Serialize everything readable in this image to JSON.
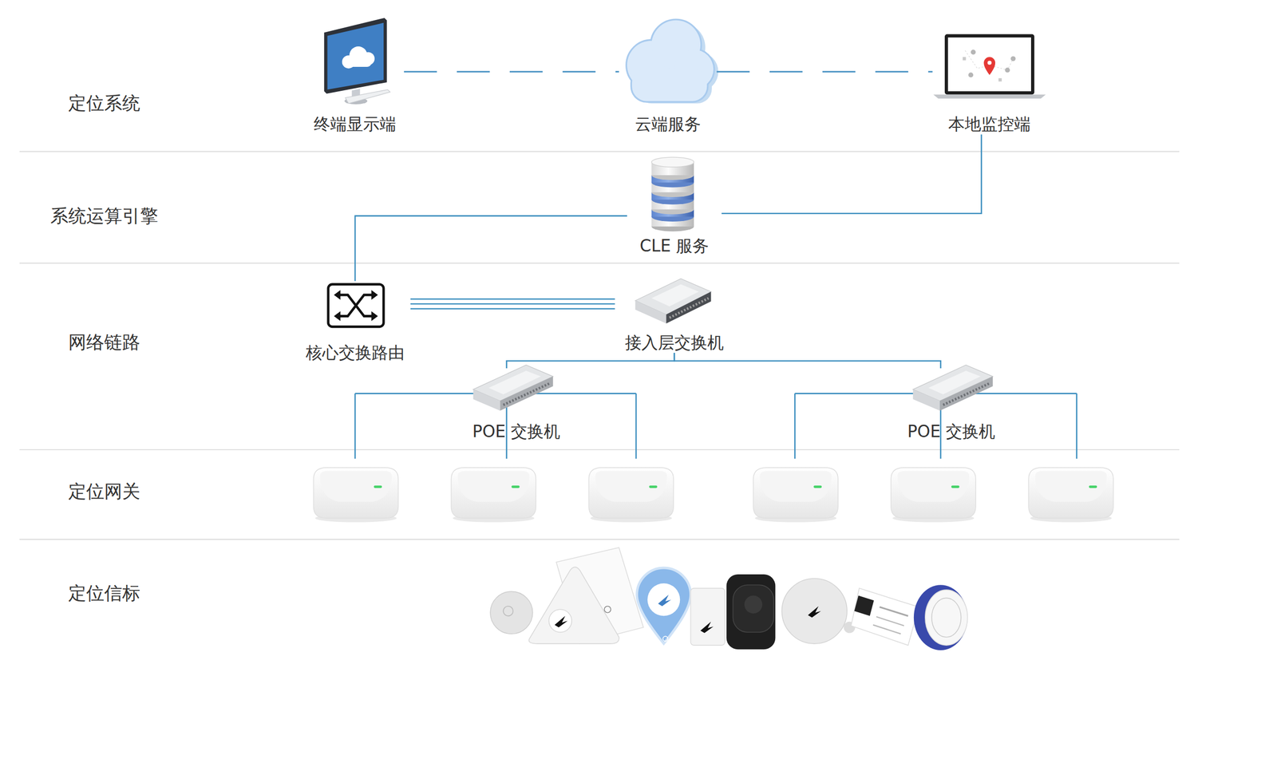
{
  "diagram": {
    "nodes": [
      {
        "text": [
          "终端显示端"
        ]
      },
      {
        "text": [
          "云端服务"
        ]
      },
      {
        "text": [
          "本地监控端"
        ]
      },
      {
        "text": [
          "CLE 服务"
        ]
      },
      {
        "text": [
          "核心交换路由"
        ]
      },
      {
        "text": [
          "接入层交换机"
        ]
      },
      {
        "text": [
          "POE 交换机"
        ]
      },
      {
        "text": [
          "POE 交换机"
        ]
      }
    ],
    "edges": [
      {
        "from": 0,
        "to": 1,
        "arrow": "none"
      },
      {
        "from": 1,
        "to": 2,
        "arrow": "none"
      },
      {
        "from": 2,
        "to": 3,
        "arrow": "none"
      },
      {
        "from": 3,
        "to": 4,
        "arrow": "none"
      },
      {
        "from": 4,
        "to": 5,
        "arrow": "none"
      },
      {
        "from": 5,
        "to": 6,
        "arrow": "none"
      },
      {
        "from": 5,
        "to": 7,
        "arrow": "none"
      }
    ],
    "labels": [
      "定位系统",
      "系统运算引擎",
      "网络链路",
      "定位网关",
      "定位信标"
    ]
  }
}
